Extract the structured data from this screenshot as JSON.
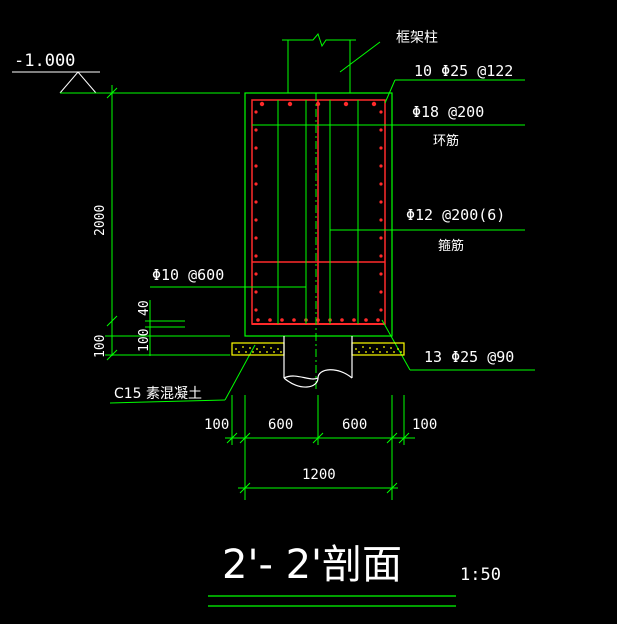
{
  "colors": {
    "background": "#000000",
    "structure": "#00ff00",
    "rebar": "#ff2a2a",
    "lean_concrete": "#ffff00",
    "text": "#ffffff"
  },
  "labels": {
    "elevation": "-1.000",
    "frame_column": "框架柱",
    "vertical_bars": "10 Φ25 @122",
    "hoop_spec": "Φ18 @200",
    "hoop_name": "环筋",
    "stirrup_spec": "Φ12 @200(6)",
    "stirrup_name": "箍筋",
    "tie_spec": "Φ10 @600",
    "bottom_bars": "13 Φ25 @90",
    "lean_concrete": "C15 素混凝土"
  },
  "dimensions": {
    "height": "2000",
    "offset_40": "40",
    "offset_100_right": "100",
    "offset_100_left": "100",
    "left_edge": "100",
    "left_half": "600",
    "right_half": "600",
    "right_edge": "100",
    "total_width": "1200"
  },
  "title": {
    "section": "2'- 2'剖面",
    "scale": "1:50"
  }
}
